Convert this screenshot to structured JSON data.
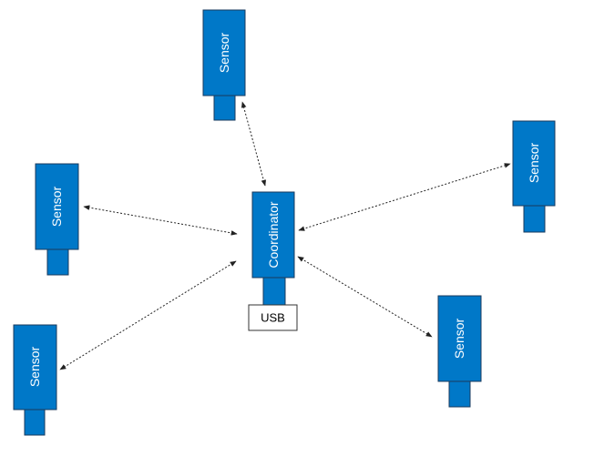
{
  "colors": {
    "device_fill": "#0078C8",
    "device_stroke": "#1a3a5c",
    "link": "#222222"
  },
  "coordinator": {
    "label": "Coordinator",
    "port_label": "USB"
  },
  "sensors": [
    {
      "label": "Sensor"
    },
    {
      "label": "Sensor"
    },
    {
      "label": "Sensor"
    },
    {
      "label": "Sensor"
    },
    {
      "label": "Sensor"
    }
  ]
}
